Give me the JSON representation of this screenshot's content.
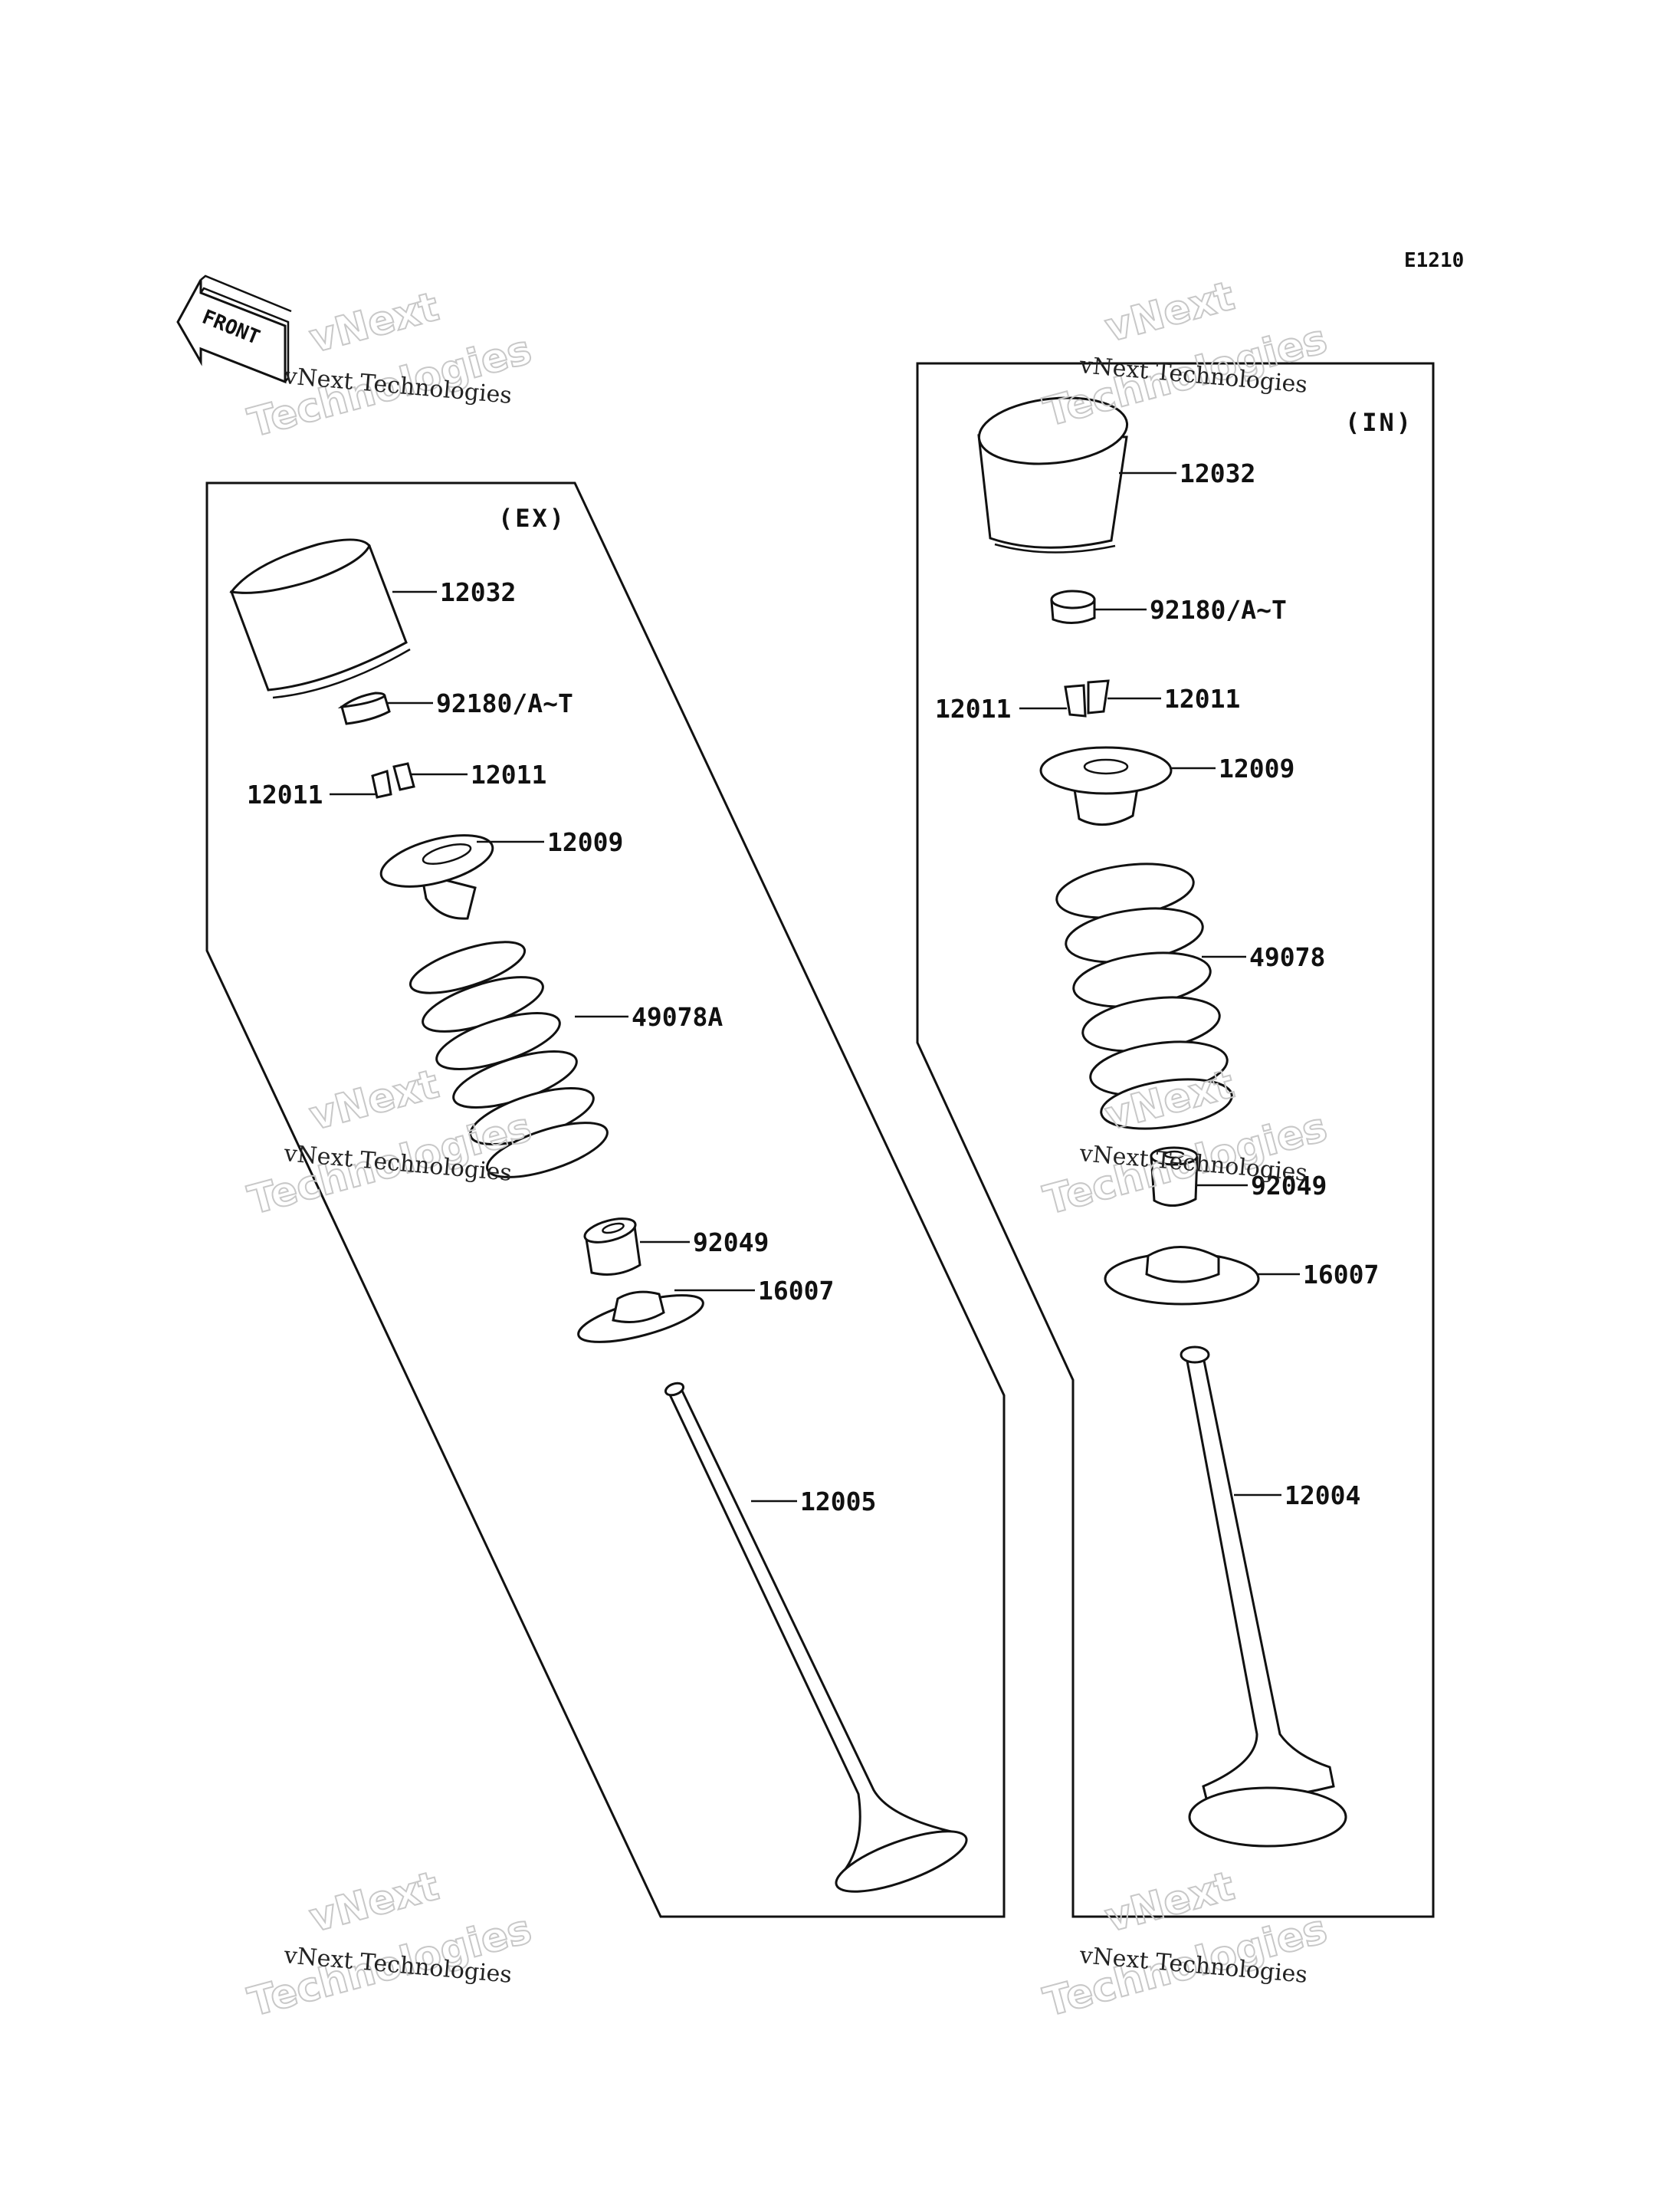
{
  "diagram_code": "E1210",
  "front_arrow_label": "FRONT",
  "groups": {
    "ex": {
      "label": "(EX)",
      "parts": {
        "lifter": "12032",
        "shim": "92180/A~T",
        "cotter_right": "12011",
        "cotter_left": "12011",
        "retainer": "12009",
        "spring": "49078A",
        "seal": "92049",
        "seat": "16007",
        "valve": "12005"
      }
    },
    "in": {
      "label": "(IN)",
      "parts": {
        "lifter": "12032",
        "shim": "92180/A~T",
        "cotter_right": "12011",
        "cotter_left": "12011",
        "retainer": "12009",
        "spring": "49078",
        "seal": "92049",
        "seat": "16007",
        "valve": "12004"
      }
    }
  },
  "watermark": {
    "line1": "vNext Technologies",
    "line2": "vNext",
    "line3": "Technologies"
  }
}
